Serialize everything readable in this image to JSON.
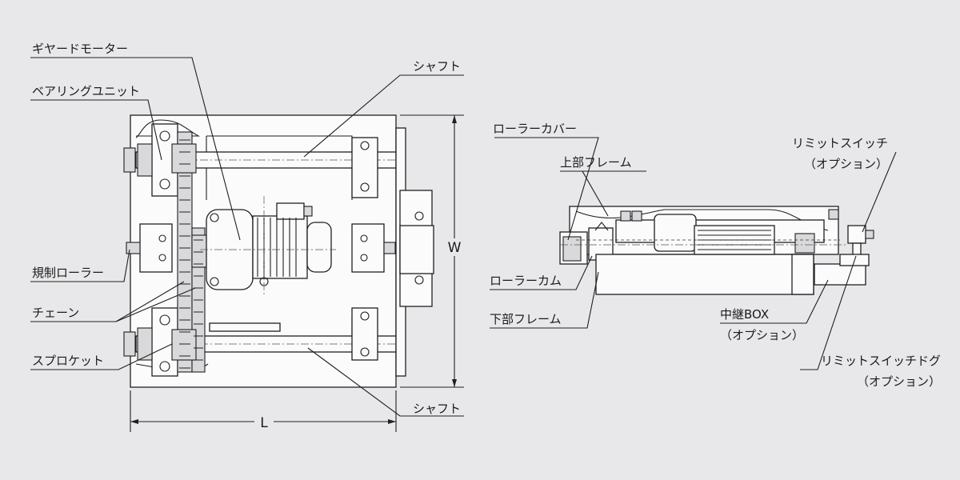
{
  "labels": {
    "gear_motor": "ギヤードモーター",
    "bearing_unit": "ベアリングユニット",
    "guide_roller": "規制ローラー",
    "chain": "チェーン",
    "sprocket": "スプロケット",
    "shaft_top": "シャフト",
    "shaft_bottom": "シャフト",
    "roller_cover": "ローラーカバー",
    "upper_frame": "上部フレーム",
    "roller_cam": "ローラーカム",
    "lower_frame": "下部フレーム",
    "limit_switch": "リミットスイッチ",
    "limit_switch_note": "（オプション）",
    "junction_box": "中継BOX",
    "junction_box_note": "（オプション）",
    "limit_switch_dog": "リミットスイッチドグ",
    "limit_switch_dog_note": "（オプション）"
  },
  "dimensions": {
    "length": "L",
    "width": "W"
  },
  "colors": {
    "background": "#e8e8ea",
    "line": "#1f1f1f",
    "body": "#fbfbfb"
  }
}
